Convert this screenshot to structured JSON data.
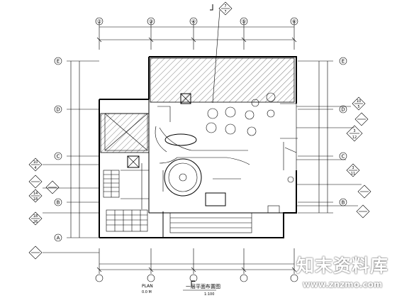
{
  "drawing": {
    "title": "一层平面布置图",
    "scale": "1:100",
    "plan_label": "PLAN",
    "sub_label": "0.0 M"
  },
  "grid_columns": [
    "②",
    "③",
    "④",
    "⑤",
    "⑥"
  ],
  "grid_rows": [
    "E",
    "D",
    "C",
    "B",
    "A"
  ],
  "bubble_refs": [
    "7",
    "7",
    "10",
    "5",
    "3",
    "12",
    "3",
    "11",
    "10",
    "4",
    "14",
    "18",
    "18",
    "26"
  ],
  "watermark": {
    "brand": "知末资料库",
    "url": "www.znzmo.com"
  }
}
